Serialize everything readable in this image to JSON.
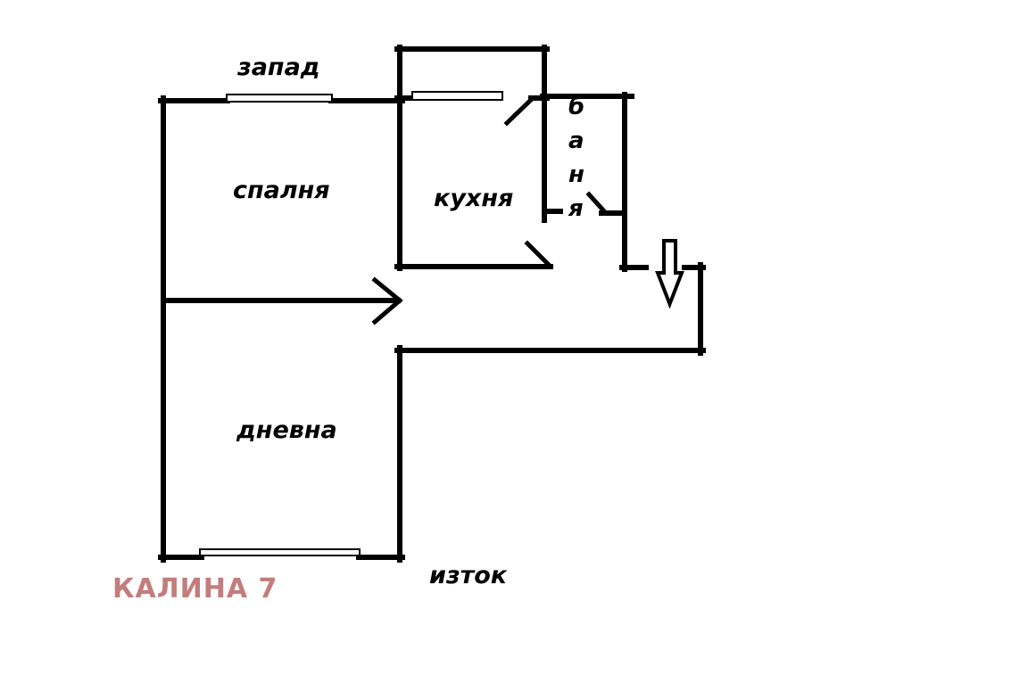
{
  "colors": {
    "background": "#ffffff",
    "walls": "#000000",
    "brand": "#c47c7c"
  },
  "labels": {
    "west": "запад",
    "bedroom": "спалня",
    "kitchen": "кухня",
    "bathroom": "баня",
    "living_room": "дневна",
    "east": "изток",
    "brand": "КАЛИНА 7"
  }
}
